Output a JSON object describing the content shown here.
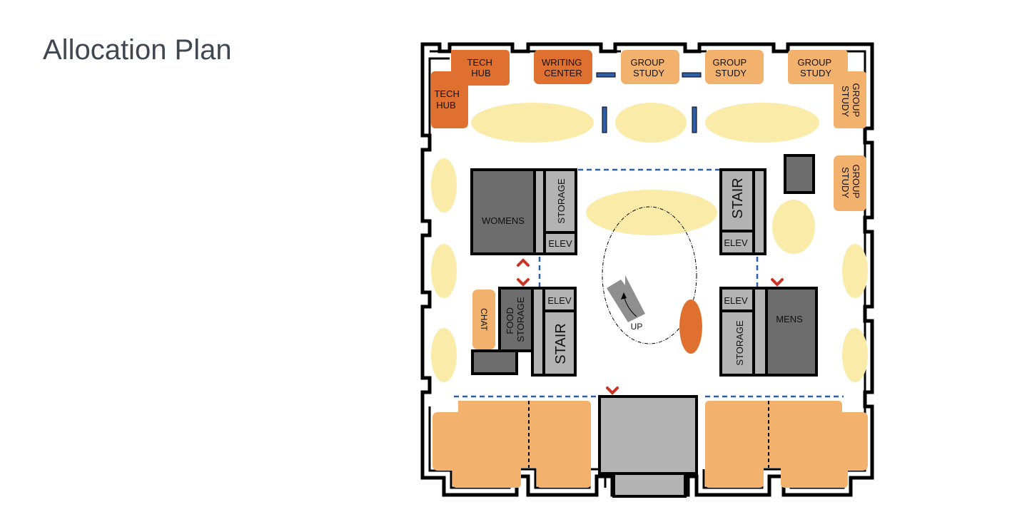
{
  "title": "Allocation Plan",
  "colors": {
    "dark_orange": "#E07030",
    "light_orange": "#F2B26E",
    "yellow": "#FAEBA8",
    "dark_gray": "#6D6D6D",
    "light_gray": "#B3B3B3",
    "blue": "#2E5FA8",
    "red": "#CC3322",
    "wall": "#000000"
  },
  "rooms": {
    "tech_hub_top": [
      "TECH",
      "HUB"
    ],
    "tech_hub_left": [
      "TECH",
      "HUB"
    ],
    "writing_center": [
      "WRITING",
      "CENTER"
    ],
    "group_study_1": [
      "GROUP",
      "STUDY"
    ],
    "group_study_2": [
      "GROUP",
      "STUDY"
    ],
    "group_study_3": [
      "GROUP",
      "STUDY"
    ],
    "group_study_right_top": [
      "GROUP",
      "STUDY"
    ],
    "group_study_right_mid": [
      "GROUP",
      "STUDY"
    ],
    "womens": "WOMENS",
    "mens": "MENS",
    "storage_left": "STORAGE",
    "storage_right": "STORAGE",
    "elev_top_left": "ELEV",
    "elev_top_right": "ELEV",
    "elev_bottom_left": "ELEV",
    "elev_bottom_right": "ELEV",
    "stair_right": "STAIR",
    "stair_left": "STAIR",
    "food_storage": [
      "FOOD",
      "STORAGE"
    ],
    "chat": "CHAT",
    "ramp_up": "UP"
  }
}
